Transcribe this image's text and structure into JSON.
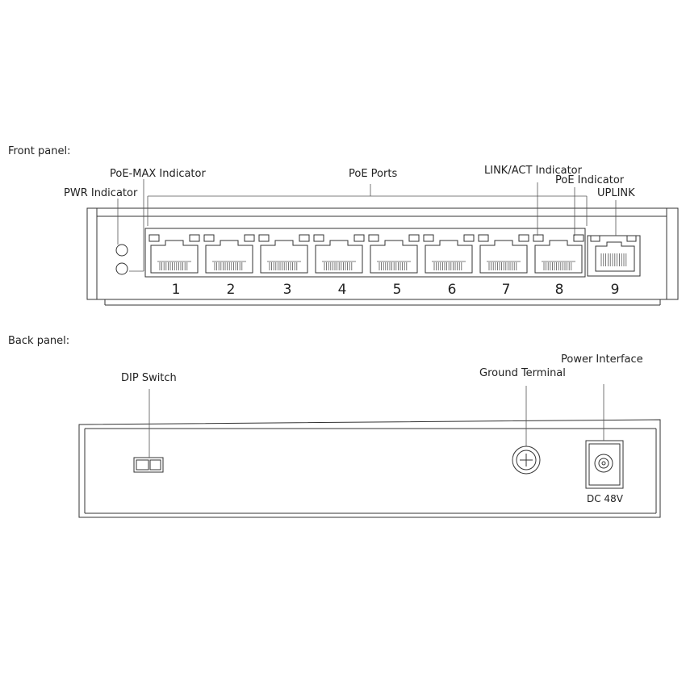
{
  "front_panel": {
    "section_label": "Front panel:",
    "callouts": {
      "poe_max": "PoE-MAX Indicator",
      "pwr": "PWR Indicator",
      "poe_ports": "PoE Ports",
      "link_act": "LINK/ACT Indicator",
      "poe_indicator": "PoE Indicator",
      "uplink": "UPLINK"
    },
    "ports": [
      "1",
      "2",
      "3",
      "4",
      "5",
      "6",
      "7",
      "8",
      "9"
    ]
  },
  "back_panel": {
    "section_label": "Back panel:",
    "callouts": {
      "dip_switch": "DIP Switch",
      "ground_terminal": "Ground Terminal",
      "power_interface": "Power Interface"
    },
    "power_rating": "DC 48V"
  }
}
